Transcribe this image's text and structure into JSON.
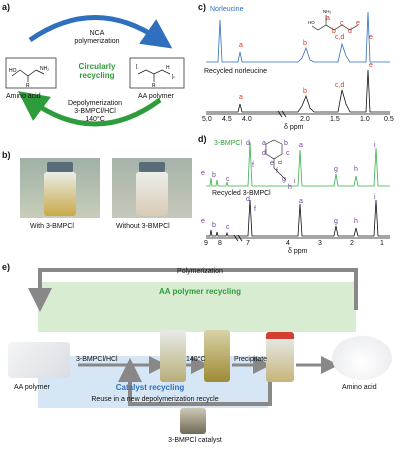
{
  "panel_a": {
    "label": "a)",
    "top_arrow_text": [
      "NCA",
      "polymerization"
    ],
    "center_text": [
      "Circularly",
      "recycling"
    ],
    "left_box_caption": "Amino acid",
    "right_box_caption": "AA polymer",
    "bottom_arrow_text": [
      "Depolymerization",
      "3-BMPCl/HCl",
      "140°C"
    ],
    "colors": {
      "top_arrow": "#2f6fbe",
      "bottom_arrow": "#2e9c3a",
      "center_text": "#2e9c3a"
    }
  },
  "panel_b": {
    "label": "b)",
    "left_caption": "With 3-BMPCl",
    "right_caption": "Without 3-BMPCl"
  },
  "panel_c": {
    "label": "c)",
    "top_title": "Norleucine",
    "bottom_title": "Recycled norleucine",
    "peak_labels_top": [
      "a",
      "b",
      "c,d",
      "e"
    ],
    "peak_labels_bottom": [
      "a",
      "b",
      "c,d",
      "e"
    ],
    "structure_labels": [
      "a",
      "b",
      "c",
      "d",
      "e"
    ],
    "ticks": [
      "5.0",
      "4.5",
      "4.0",
      "2.0",
      "1.5",
      "1.0",
      "0.5"
    ],
    "xlabel": "δ ppm",
    "colors": {
      "top": "#2f6fbe",
      "bottom": "#111111",
      "labels": "#d8392b"
    }
  },
  "panel_d": {
    "label": "d)",
    "top_title": "3-BMPCl",
    "bottom_title": "Recycled 3-BMPCl",
    "peak_labels_top": [
      "e",
      "b",
      "c",
      "d",
      "f",
      "a",
      "g",
      "h",
      "i"
    ],
    "peak_labels_bottom": [
      "e",
      "b",
      "c",
      "d",
      "f",
      "a",
      "g",
      "h",
      "i"
    ],
    "structure_labels": [
      "a",
      "b",
      "c",
      "d",
      "e",
      "f",
      "g",
      "h",
      "i"
    ],
    "ticks": [
      "9",
      "8",
      "7",
      "4",
      "3",
      "2",
      "1"
    ],
    "xlabel": "δ ppm",
    "colors": {
      "top": "#35b24a",
      "bottom": "#111111",
      "labels": "#7a3fa0"
    }
  },
  "panel_e": {
    "label": "e)",
    "polymerization": "Polymerization",
    "aa_recycling": "AA polymer recycling",
    "catalyst_recycling": "Catalyst recycling",
    "reuse_text": "Reuse in a new depolymerization recycle",
    "start_caption": "AA polymer",
    "reagent": "3-BMPCl/HCl",
    "temperature": "140°C",
    "precipitate": "Precipitate",
    "end_caption": "Amino acid",
    "catalyst_caption": "3-BMPCl catalyst",
    "colors": {
      "aa_box": "#d8ecd2",
      "cat_box": "#d6e6f4",
      "aa_text": "#2e9c3a",
      "cat_text": "#2f6fbe"
    }
  }
}
